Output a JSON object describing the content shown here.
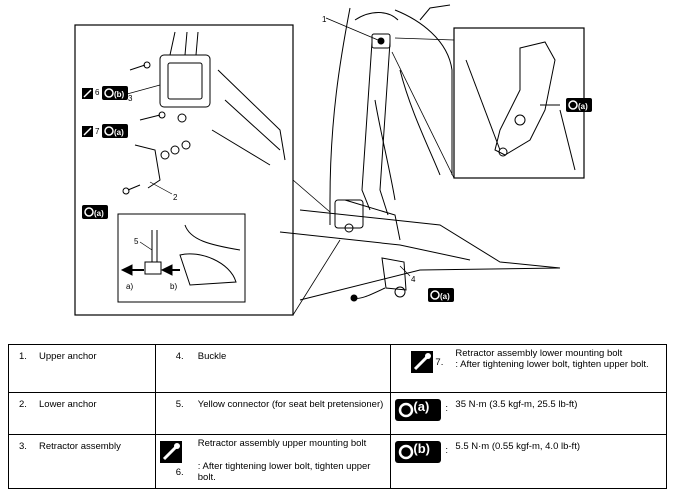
{
  "figure": {
    "callouts": {
      "c1": "1",
      "c2": "2",
      "c3": "3",
      "c4": "4",
      "c5": "5",
      "c6": "6",
      "c7": "7",
      "a_arrow": "a)",
      "b_arrow": "b)"
    },
    "torque_tags": {
      "a": "(a)",
      "b": "(b)"
    }
  },
  "legend": {
    "items": [
      {
        "num": "1.",
        "text": "Upper anchor"
      },
      {
        "num": "2.",
        "text": "Lower anchor"
      },
      {
        "num": "3.",
        "text": "Retractor assembly"
      },
      {
        "num": "4.",
        "text": "Buckle"
      },
      {
        "num": "5.",
        "text": "Yellow connector (for seat belt pretensioner)"
      },
      {
        "num": "6.",
        "text": "Retractor assembly upper mounting bolt",
        "note": ": After tightening lower bolt, tighten upper bolt."
      },
      {
        "num": "7.",
        "text": "Retractor assembly lower mounting bolt",
        "note": ": After tightening lower bolt, tighten upper bolt."
      }
    ],
    "torque": [
      {
        "tag": "(a)",
        "sep": ":",
        "value": "35 N·m (3.5 kgf-m, 25.5 lb-ft)"
      },
      {
        "tag": "(b)",
        "sep": ":",
        "value": "5.5 N·m (0.55 kgf-m, 4.0 lb-ft)"
      }
    ]
  }
}
